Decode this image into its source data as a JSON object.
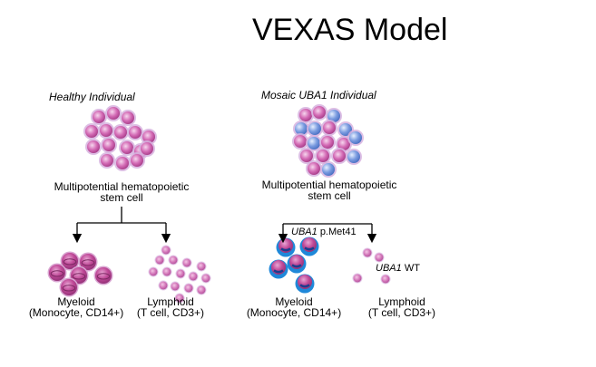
{
  "title": "VEXAS Model",
  "healthy": {
    "heading": "Healthy Individual",
    "stem_line1": "Multipotential hematopoietic",
    "stem_line2": "stem cell",
    "myeloid_line1": "Myeloid",
    "myeloid_line2": "(Monocyte, CD14+)",
    "lymphoid_line1": "Lymphoid",
    "lymphoid_line2": "(T cell, CD3+)"
  },
  "mosaic": {
    "heading": "Mosaic UBA1 Individual",
    "stem_line1": "Multipotential hematopoietic",
    "stem_line2": "stem cell",
    "variant_gene": "UBA1",
    "variant_change": "p.Met41",
    "wt_gene": "UBA1",
    "wt_status": "WT",
    "myeloid_line1": "Myeloid",
    "myeloid_line2": "(Monocyte, CD14+)",
    "lymphoid_line1": "Lymphoid",
    "lymphoid_line2": "(T cell, CD3+)"
  },
  "colors": {
    "cell_pink": "#c34c9f",
    "cell_halo": "#d7b3df",
    "cell_blue": "#5a83d6",
    "nucleus_blue": "#1f88d9",
    "arrow": "#000000"
  }
}
